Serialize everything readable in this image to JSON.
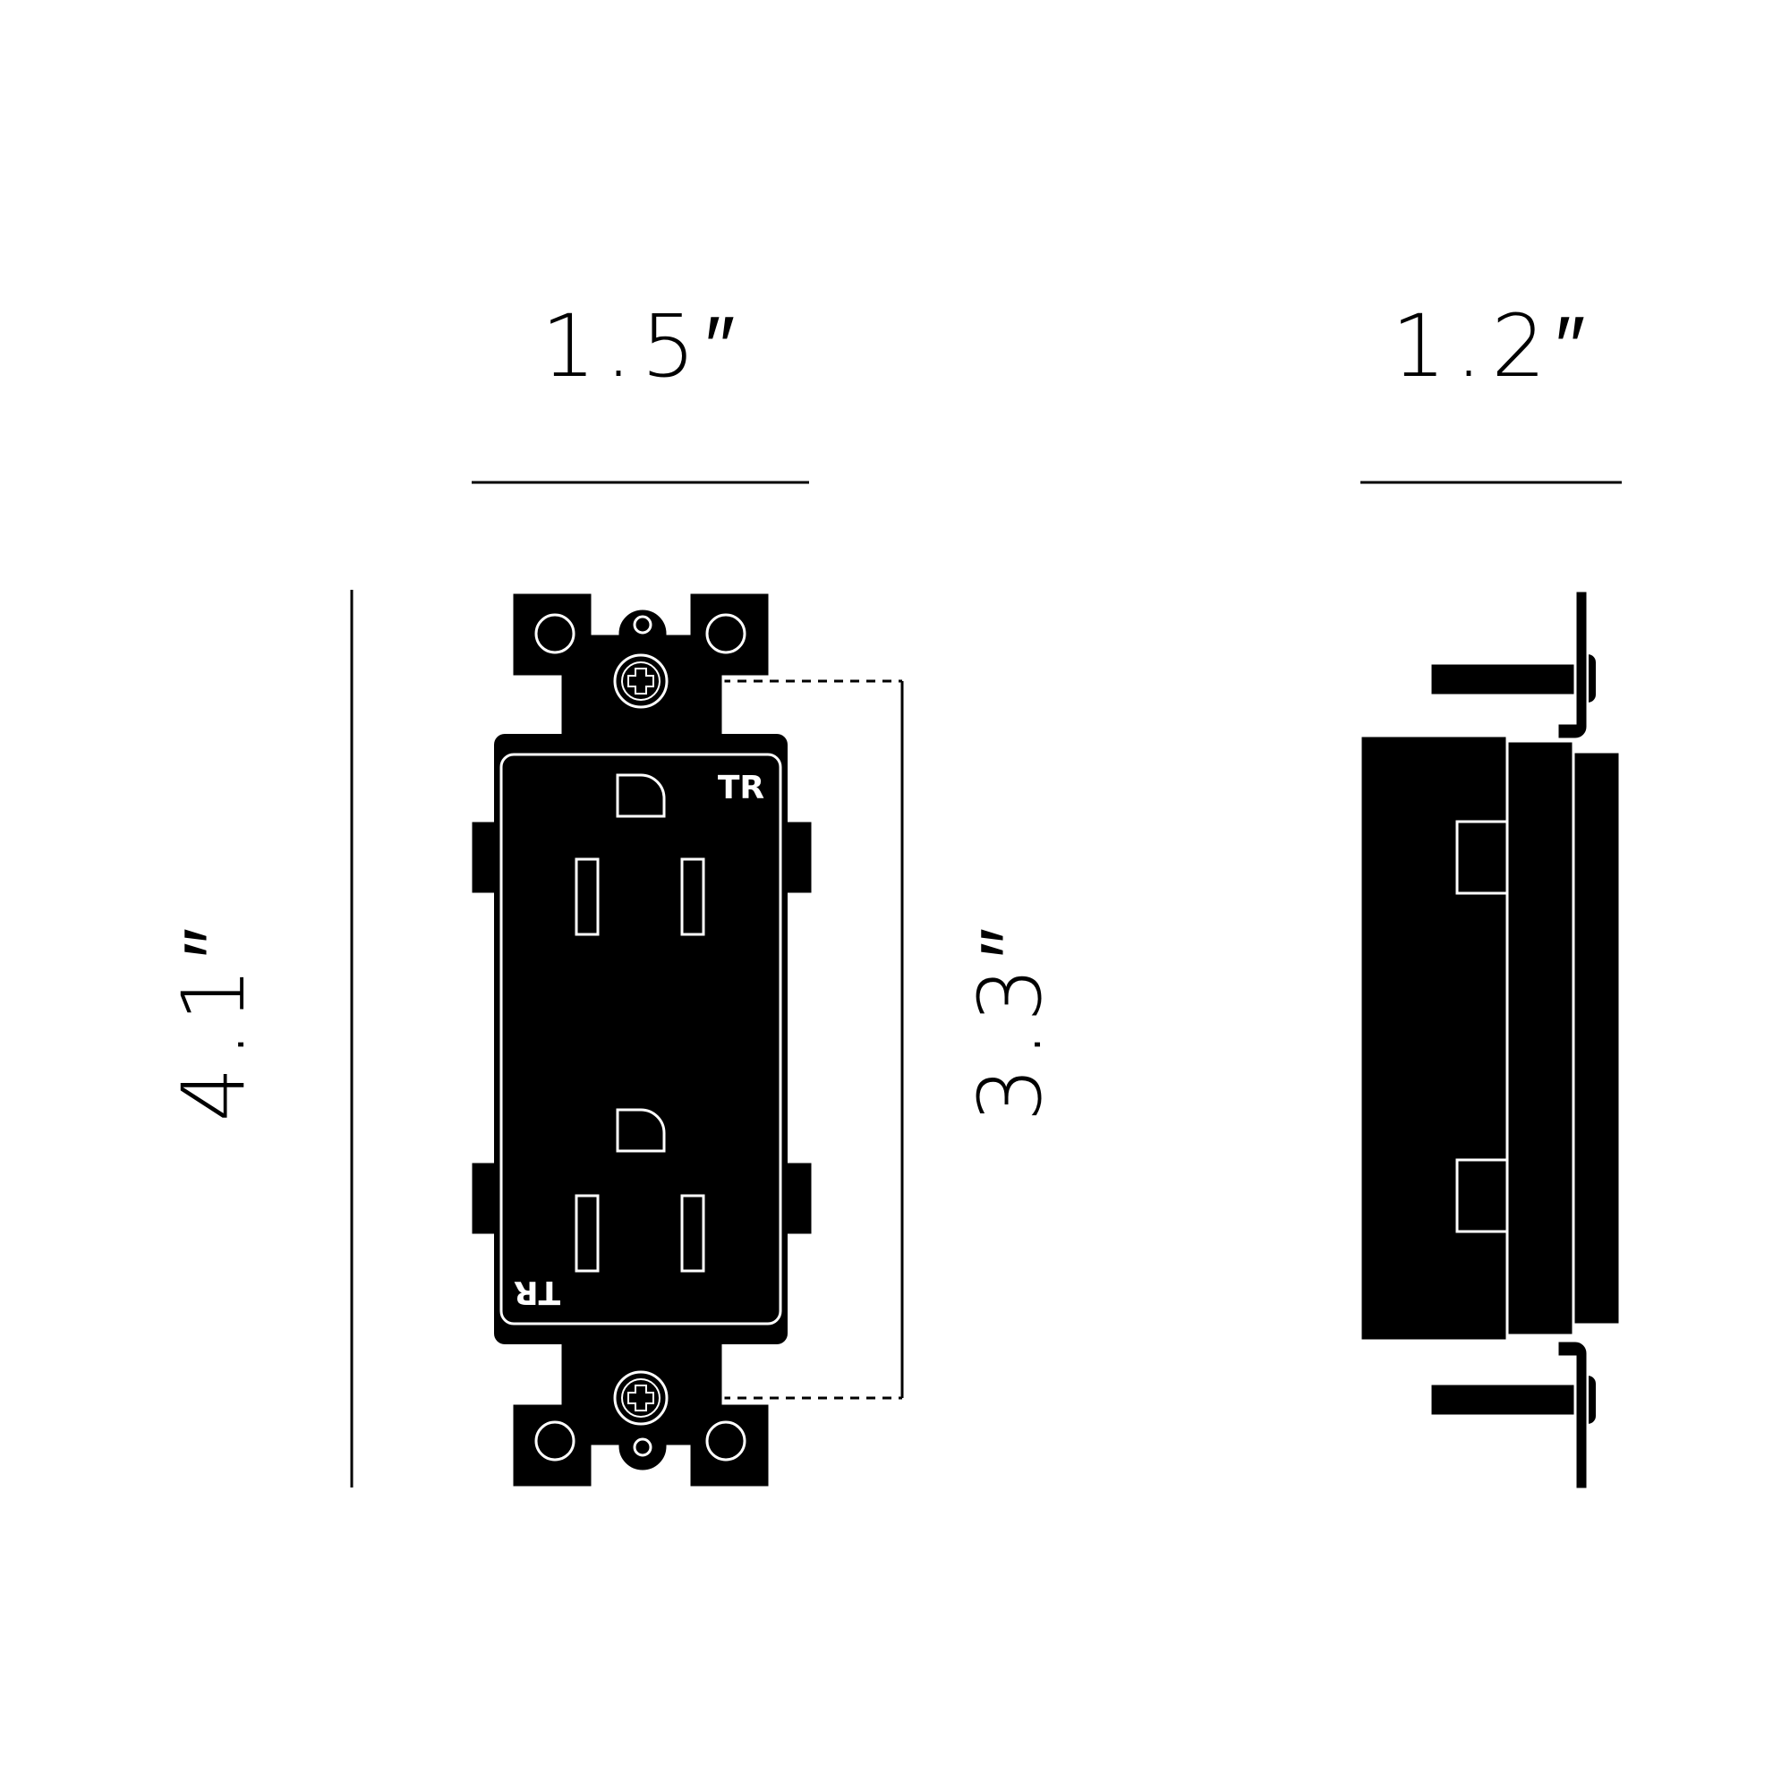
{
  "dimensions": {
    "front_width": "1.5″",
    "side_depth": "1.2″",
    "overall_height": "4.1″",
    "screw_spacing": "3.3″"
  },
  "labels": {
    "top_receptacle_marking": "TR",
    "bottom_receptacle_marking": "TR"
  },
  "colors": {
    "ink": "#000000",
    "background": "#ffffff",
    "outline": "#ffffff"
  }
}
